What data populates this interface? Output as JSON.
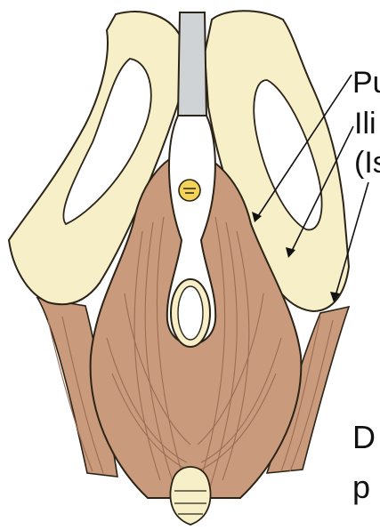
{
  "labels": {
    "line_1": "Pu",
    "line_2": "Ili",
    "line_3": "(Is",
    "line_4": "D",
    "line_5": "p"
  },
  "colors": {
    "bone": "#f7efc8",
    "bone_outline": "#2b2417",
    "muscle": "#c99a7c",
    "muscle_dark": "#9c6d52",
    "disc": "#cfd3d6",
    "yellow_ring": "#f3d35a",
    "background": "#ffffff"
  }
}
